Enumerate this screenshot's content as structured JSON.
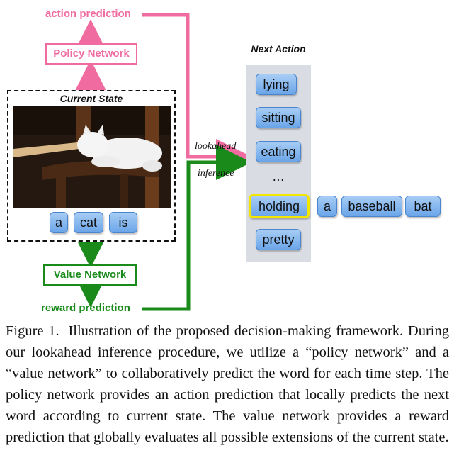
{
  "figure": {
    "action_prediction": "action prediction",
    "policy_network": "Policy Network",
    "current_state": "Current State",
    "state_tokens": [
      "a",
      "cat",
      "is"
    ],
    "value_network": "Value Network",
    "reward_prediction": "reward prediction",
    "lookahead": "lookahead",
    "inference": "inference",
    "next_action": "Next Action",
    "candidates": [
      "lying",
      "sitting",
      "eating",
      "…",
      "holding",
      "pretty"
    ],
    "continuation": [
      "a",
      "baseball",
      "bat"
    ],
    "colors": {
      "pink": "#f06ba0",
      "green": "#1a8a1a",
      "token": "#7fb3ee",
      "highlight": "#f2e600"
    }
  },
  "caption": {
    "label": "Figure 1.",
    "text": "Illustration of the proposed decision-making framework. During our lookahead inference procedure, we utilize a “policy network” and a “value network” to collaboratively predict the word for each time step. The policy network provides an action prediction that locally predicts the next word according to current state. The value network provides a reward prediction that globally evaluates all possible extensions of the current state."
  }
}
